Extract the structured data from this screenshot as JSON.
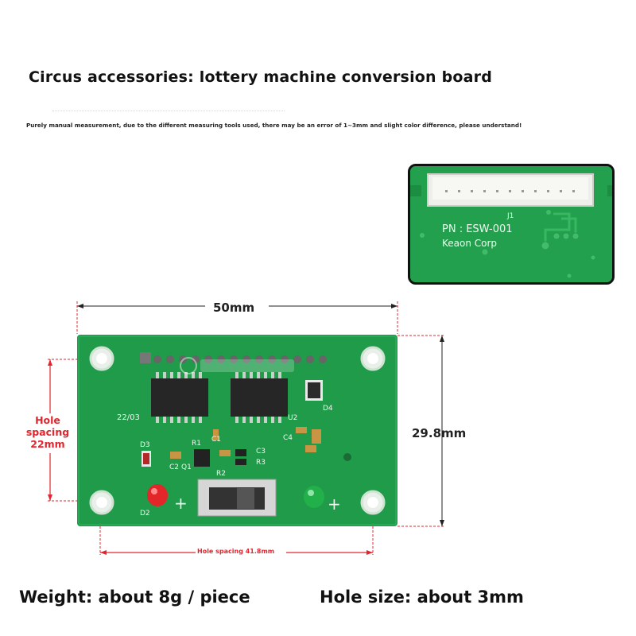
{
  "title": "Circus accessories: lottery machine conversion board",
  "note": "Purely manual measurement, due to the different measuring tools used, there may be an error of 1~3mm and slight color difference, please understand!",
  "inset": {
    "connector_label": "J1",
    "part_number": "PN : ESW-001",
    "maker": "Keaon Corp"
  },
  "dimensions": {
    "width": "50mm",
    "height": "29.8mm",
    "hole_spacing_vertical": [
      "Hole",
      "spacing",
      "22mm"
    ],
    "hole_spacing_horizontal": "Hole spacing 41.8mm"
  },
  "board_silkscreen": {
    "c1": "C1",
    "c2": "C2",
    "c3": "C3",
    "c4": "C4",
    "r1": "R1",
    "r2": "R2",
    "r3": "R3",
    "d2": "D2",
    "d3": "D3",
    "d4": "D4",
    "q1": "Q1",
    "u2": "U2",
    "plus": "+",
    "date": "22/03"
  },
  "specs": {
    "weight": "Weight: about 8g / piece",
    "hole_size": "Hole size: about 3mm"
  },
  "colors": {
    "pcb_green": "#1f9b49",
    "dimension_red": "#e0262e",
    "led_red": "#e3262a",
    "led_green": "#22b04a"
  }
}
